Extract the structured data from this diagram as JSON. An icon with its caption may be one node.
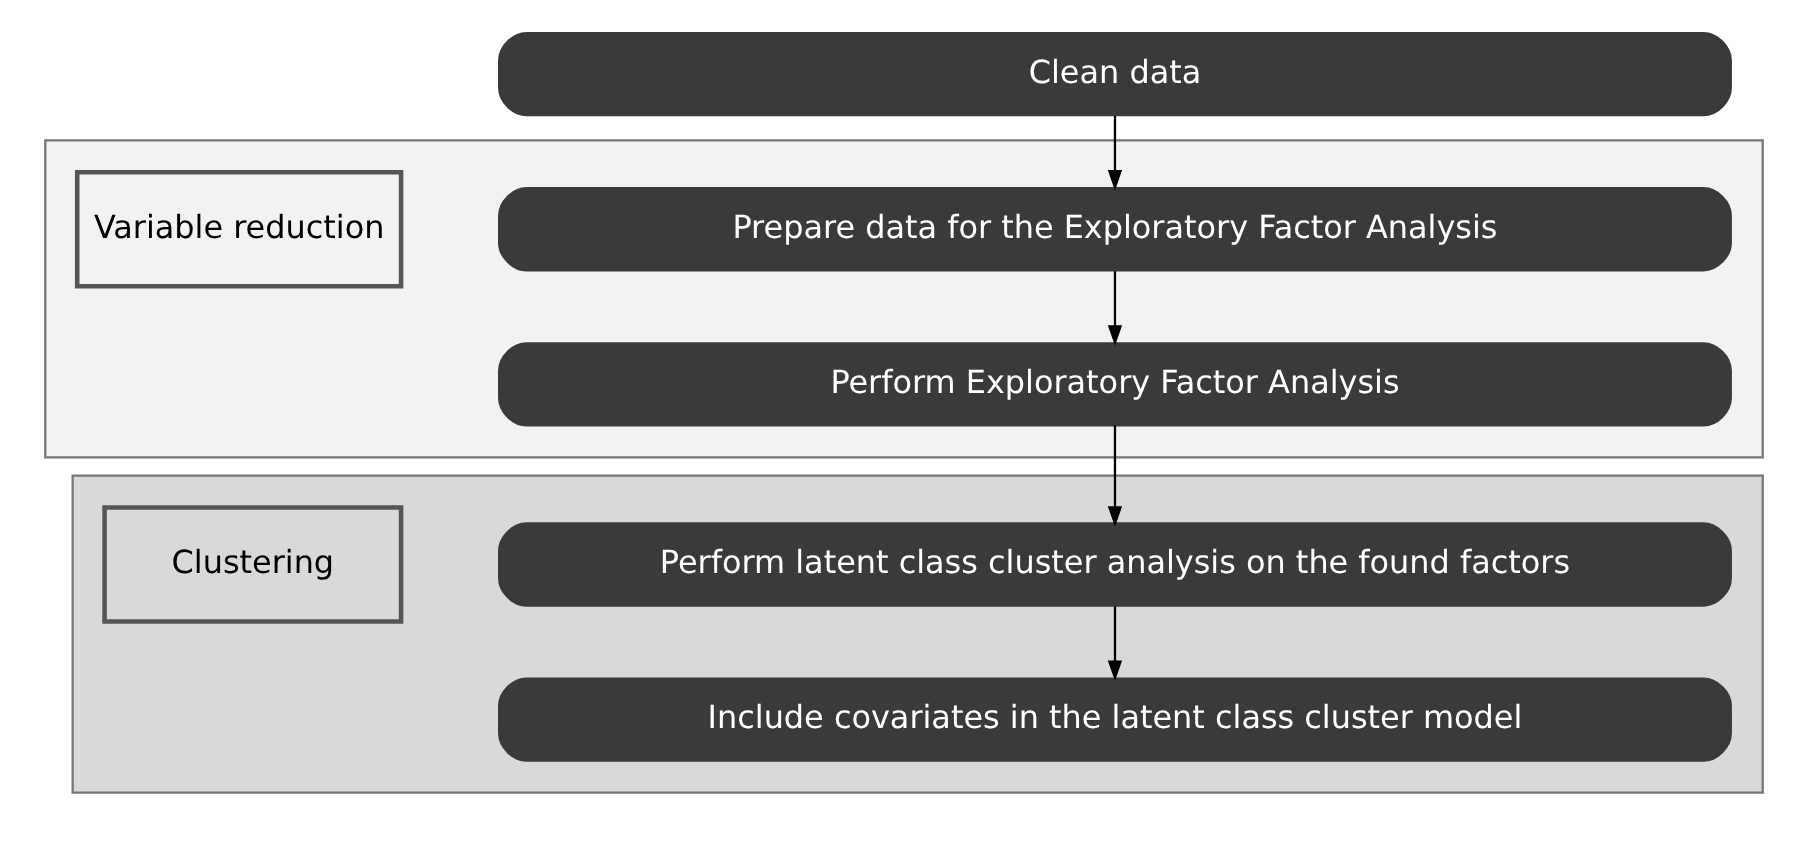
{
  "diagram": {
    "nodes": [
      {
        "text": [
          "Clean data"
        ]
      },
      {
        "text": [],
        "shape": "box"
      },
      {
        "text": [
          "Variable reduction"
        ],
        "in": 1
      },
      {
        "text": [
          "Prepare data for the Exploratory Factor Analysis"
        ],
        "in": 1
      },
      {
        "text": [
          "Perform Exploratory Factor Analysis"
        ],
        "in": 1
      },
      {
        "text": [],
        "shape": "box"
      },
      {
        "text": [
          "Clustering"
        ],
        "in": 5
      },
      {
        "text": [
          "Perform latent class cluster analysis on the found factors"
        ],
        "in": 5
      },
      {
        "text": [
          "Include covariates in the latent class cluster model"
        ],
        "in": 5
      }
    ],
    "edges": [
      {
        "from": 0,
        "to": 3,
        "arrow": "to"
      },
      {
        "from": 3,
        "to": 4,
        "arrow": "to"
      },
      {
        "from": 4,
        "to": 7,
        "arrow": "to"
      },
      {
        "from": 7,
        "to": 8,
        "arrow": "to"
      }
    ]
  }
}
